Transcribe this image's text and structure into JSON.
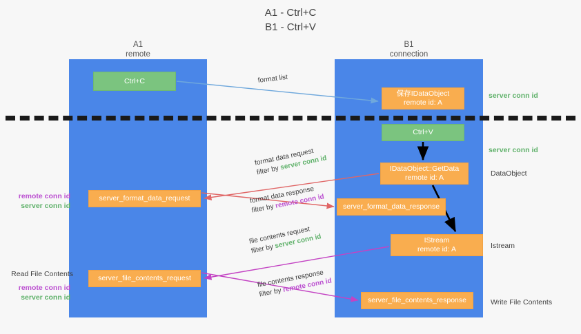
{
  "title": {
    "line1": "A1 - Ctrl+C",
    "line2": "B1 - Ctrl+V"
  },
  "lanes": [
    {
      "id": "a1",
      "name": "A1",
      "sub": "remote"
    },
    {
      "id": "b1",
      "name": "B1",
      "sub": "connection"
    }
  ],
  "nodes": {
    "ctrl_c": {
      "label": "Ctrl+C",
      "color": "#7bc47f"
    },
    "save_dataobject": {
      "line1": "保存IDataObject",
      "line2": "remote id: A",
      "color": "#f9ad4f"
    },
    "ctrl_v": {
      "label": "Ctrl+V",
      "color": "#7bc47f"
    },
    "getdata": {
      "line1": "IDataObject::GetData",
      "line2": "remote id: A",
      "color": "#f9ad4f"
    },
    "istream": {
      "line1": "IStream",
      "line2": "remote id: A",
      "color": "#f9ad4f"
    },
    "server_format_data_request": {
      "label": "server_format_data_request",
      "color": "#f9ad4f"
    },
    "server_format_data_response": {
      "label": "server_format_data_response",
      "color": "#f9ad4f"
    },
    "server_file_contents_request": {
      "label": "server_file_contents_request",
      "color": "#f9ad4f"
    },
    "server_file_contents_response": {
      "label": "server_file_contents_response",
      "color": "#f9ad4f"
    }
  },
  "edge_labels": {
    "format_list": "format list",
    "format_data_request": "format data request",
    "format_data_response": "format data response",
    "file_contents_request": "file contents request",
    "file_contents_response": "file contents response",
    "filter_by": "filter by ",
    "server_conn_id": "server conn id",
    "remote_conn_id": "remote conn id"
  },
  "annotations": {
    "server_conn_id_top": "server conn id",
    "server_conn_id_mid": "server conn id",
    "dataobject": "DataObject",
    "istream": "Istream",
    "write_file_contents": "Write File Contents",
    "read_file_contents": "Read File Contents",
    "remote_conn_id": "remote conn id",
    "server_conn_id": "server conn id"
  },
  "colors": {
    "lane": "#4a86e8",
    "green_box": "#7bc47f",
    "orange_box": "#f9ad4f",
    "green_text": "#5fb16a",
    "magenta_text": "#bb4fd0",
    "arrow_blue": "#6fa8dc",
    "arrow_red": "#e06666",
    "arrow_magenta": "#c343c3",
    "arrow_black": "#000000",
    "background": "#f7f7f7"
  }
}
